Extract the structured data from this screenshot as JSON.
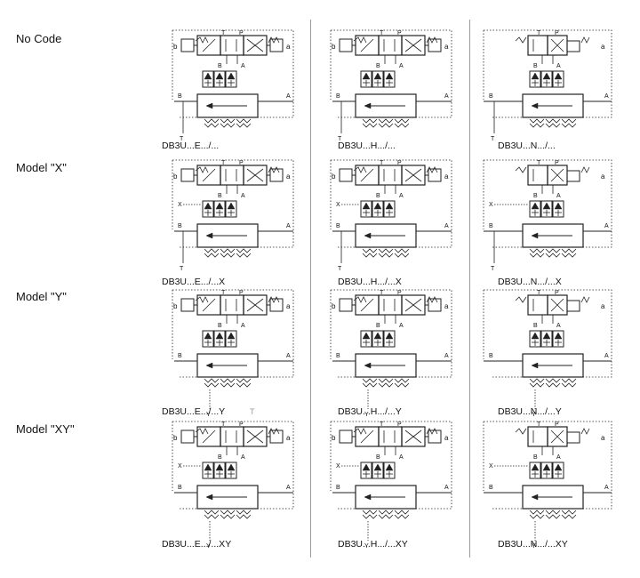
{
  "row_labels": [
    "No Code",
    "Model \"X\"",
    "Model \"Y\"",
    "Model \"XY\""
  ],
  "captions": [
    [
      "DB3U...E.../...",
      "DB3U...H.../...",
      "DB3U...N.../..."
    ],
    [
      "DB3U...E.../...X",
      "DB3U...H.../...X",
      "DB3U...N.../...X"
    ],
    [
      "DB3U...E.../...Y",
      "DB3U...H.../...Y",
      "DB3U...N.../...Y"
    ],
    [
      "DB3U...E.../...XY",
      "DB3U...H.../...XY",
      "DB3U...N.../...XY"
    ]
  ],
  "port_letters": {
    "t": "T",
    "p": "P",
    "a": "A",
    "b": "B",
    "a_solenoid": "a",
    "b_solenoid": "b",
    "x": "X",
    "y": "Y"
  },
  "stray_mark": "T"
}
